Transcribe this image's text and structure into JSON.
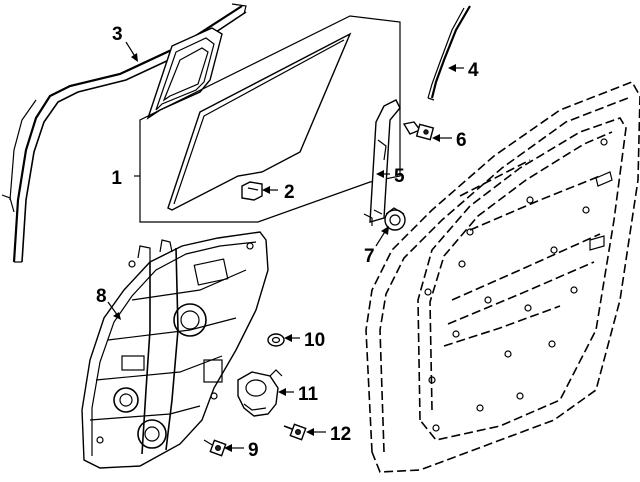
{
  "diagram": {
    "callouts": [
      {
        "id": "1",
        "label": "1"
      },
      {
        "id": "2",
        "label": "2"
      },
      {
        "id": "3",
        "label": "3"
      },
      {
        "id": "4",
        "label": "4"
      },
      {
        "id": "5",
        "label": "5"
      },
      {
        "id": "6",
        "label": "6"
      },
      {
        "id": "7",
        "label": "7"
      },
      {
        "id": "8",
        "label": "8"
      },
      {
        "id": "9",
        "label": "9"
      },
      {
        "id": "10",
        "label": "10"
      },
      {
        "id": "11",
        "label": "11"
      },
      {
        "id": "12",
        "label": "12"
      }
    ],
    "parts": [
      "glass-run-channel",
      "door-glass",
      "glass-clip",
      "outer-belt-weatherstrip",
      "rear-run-channel",
      "channel-bolt",
      "nut",
      "window-regulator",
      "regulator-bolt",
      "grommet",
      "regulator-motor",
      "motor-screw",
      "door-shell"
    ],
    "colors": {
      "line": "#000000",
      "background": "#ffffff"
    }
  }
}
